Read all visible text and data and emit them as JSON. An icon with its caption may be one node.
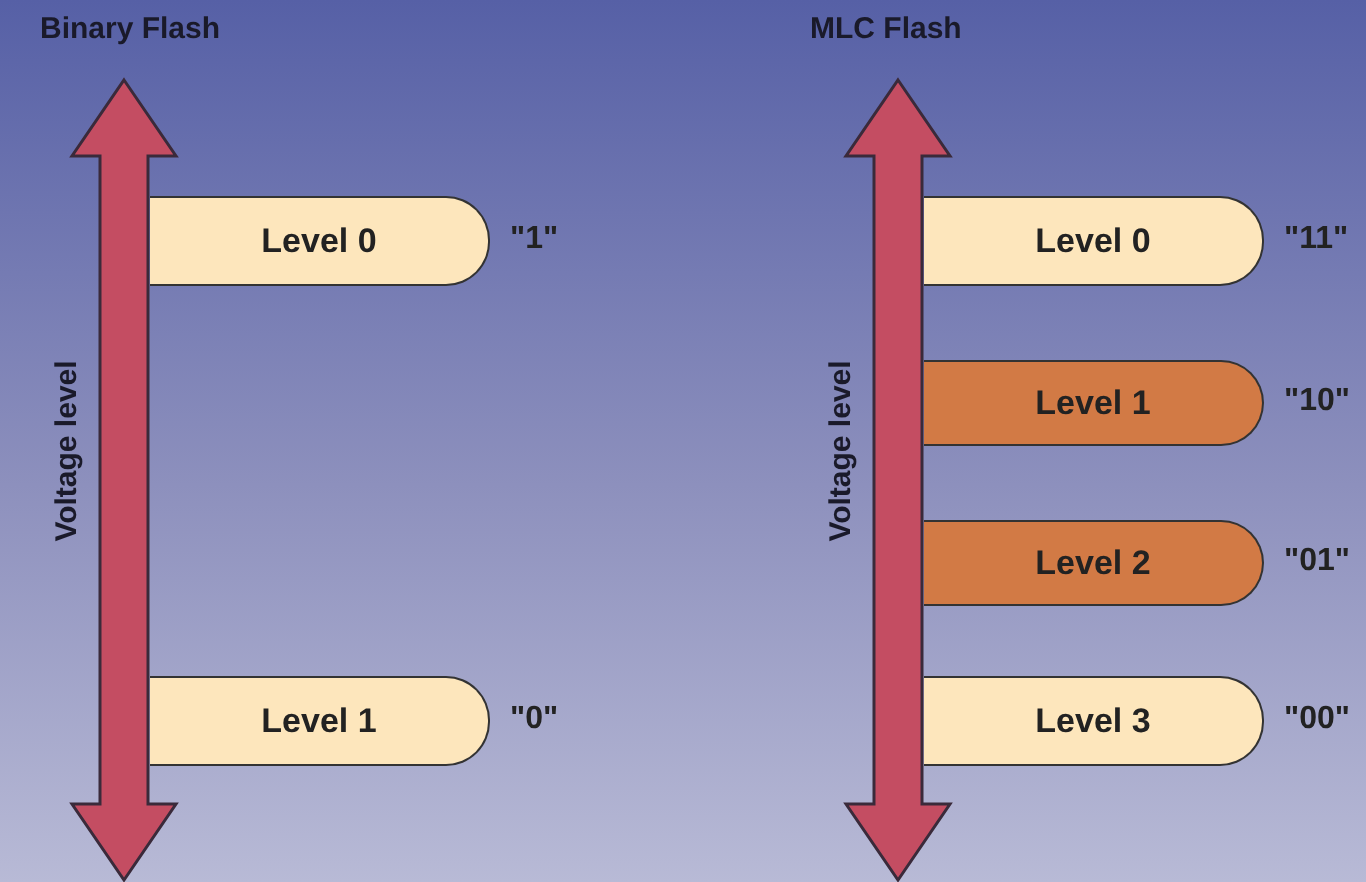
{
  "diagram": {
    "nodes": [
      {
        "text": [
          "Level 0"
        ],
        "beside": [
          "\"1\""
        ]
      },
      {
        "text": [
          "Level 1"
        ],
        "beside": [
          "\"0\""
        ]
      },
      {
        "text": [
          "Level 0"
        ],
        "beside": [
          "\"11\""
        ]
      },
      {
        "text": [
          "Level 1"
        ],
        "beside": [
          "\"10\""
        ]
      },
      {
        "text": [
          "Level 2"
        ],
        "beside": [
          "\"01\""
        ]
      },
      {
        "text": [
          "Level 3"
        ],
        "beside": [
          "\"00\""
        ]
      }
    ],
    "labels": [
      "Binary Flash",
      "MLC Flash",
      "Voltage level",
      "Voltage level"
    ]
  }
}
